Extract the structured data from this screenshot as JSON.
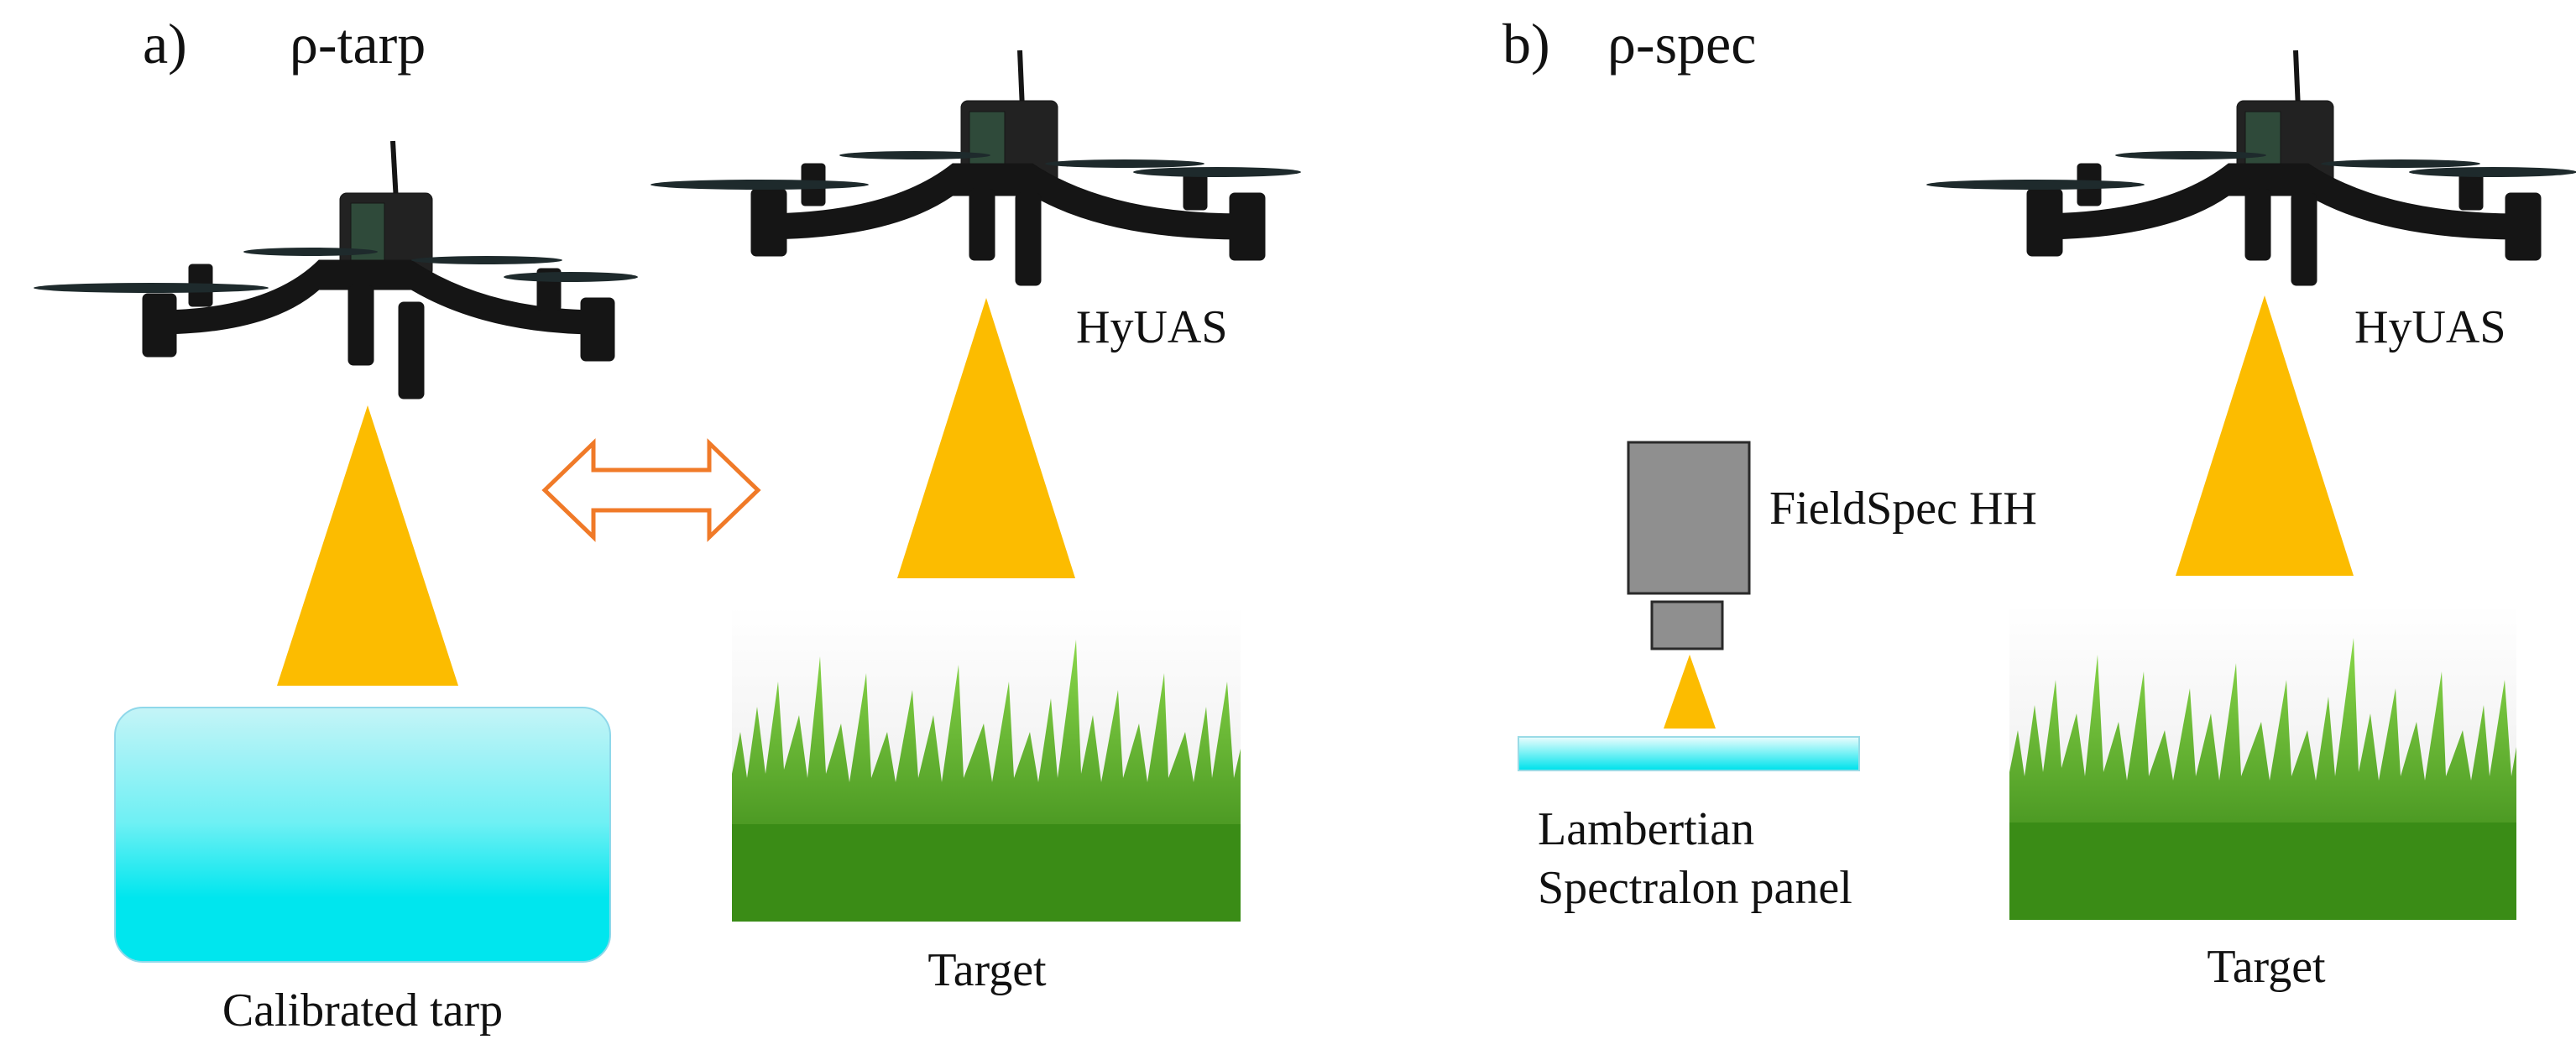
{
  "panel_a": {
    "letter": "a)",
    "title": "ρ-tarp",
    "drone_label": "HyUAS",
    "tarp_label": "Calibrated tarp",
    "target_label": "Target"
  },
  "panel_b": {
    "letter": "b)",
    "title": "ρ-spec",
    "drone_label": "HyUAS",
    "device_label": "FieldSpec HH",
    "panel_label_line1": "Lambertian",
    "panel_label_line2": "Spectralon panel",
    "target_label": "Target"
  },
  "colors": {
    "beam": "#fcbc00",
    "tarp_top": "#c4f4f7",
    "tarp_bottom": "#00e6ee",
    "arrow": "#f07a28",
    "device": "#8f8f8f",
    "grass_dark": "#3c8c14",
    "grass_light": "#7ed23a"
  },
  "icons": [
    "drone-icon",
    "view-cone-icon",
    "swap-arrow-icon",
    "spectrometer-icon",
    "grass-photo"
  ]
}
